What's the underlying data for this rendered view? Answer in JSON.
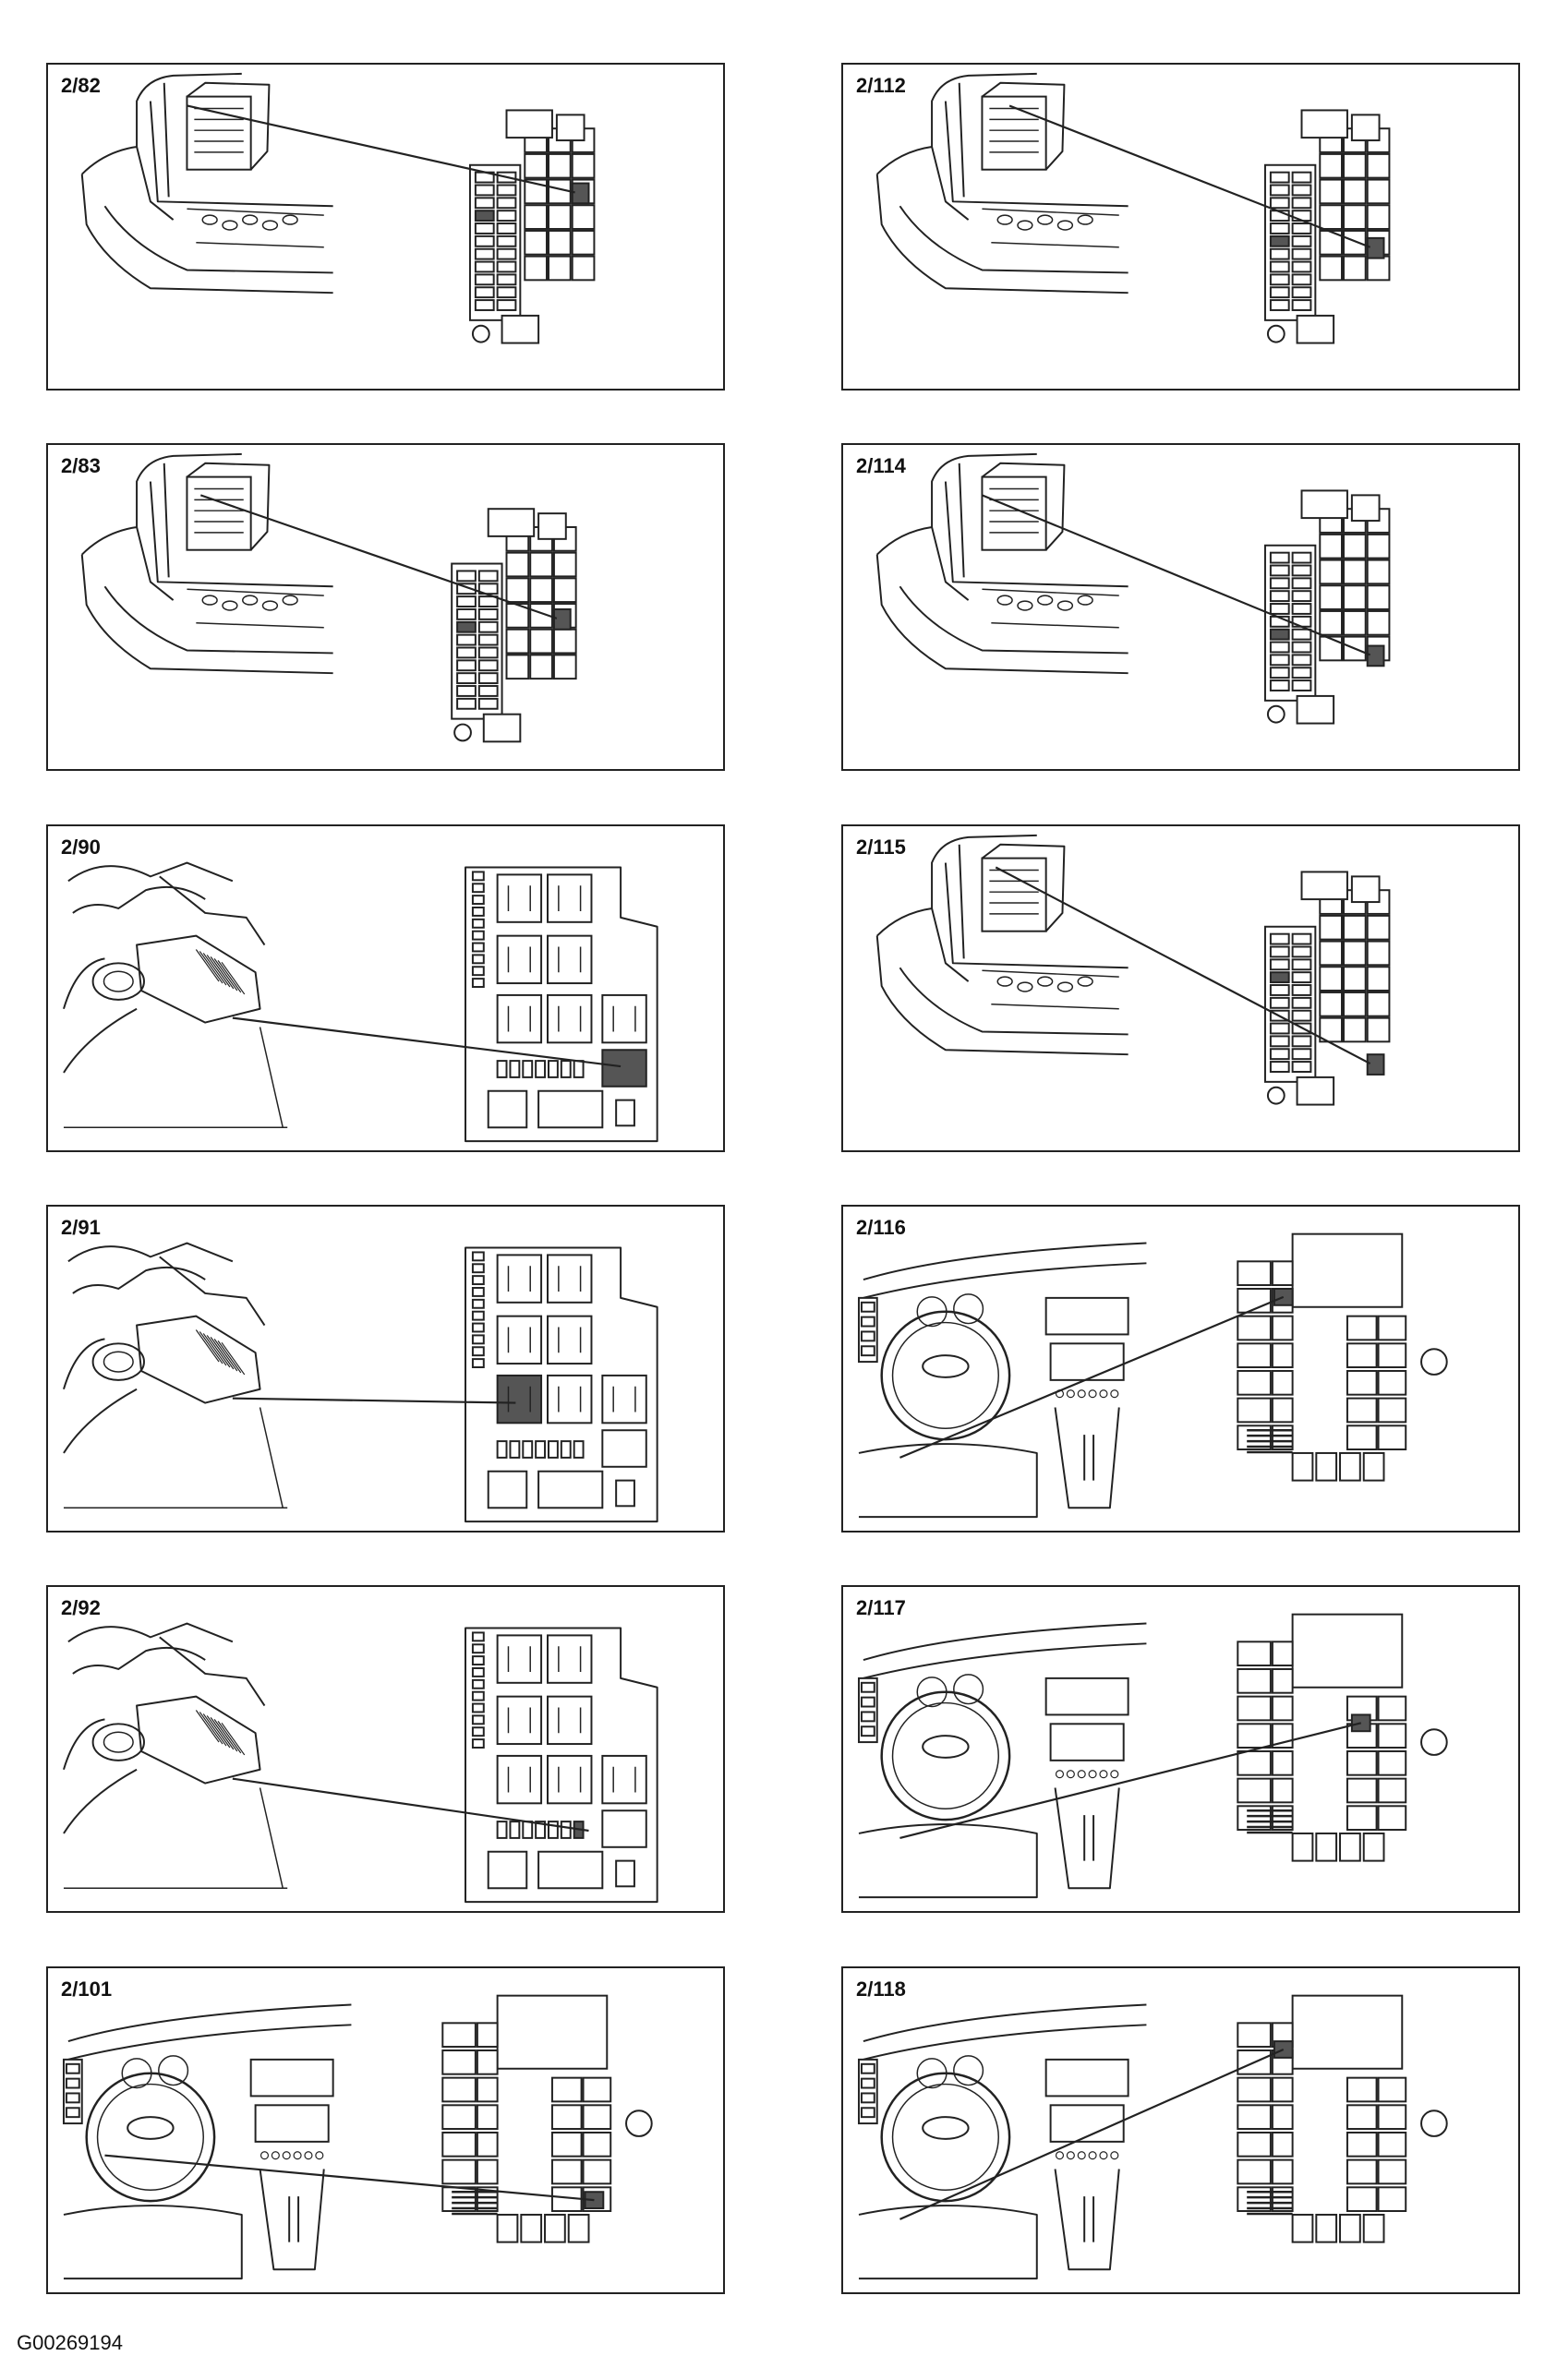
{
  "panels": [
    {
      "id": "2/82",
      "scene": "trunk"
    },
    {
      "id": "2/112",
      "scene": "trunk"
    },
    {
      "id": "2/83",
      "scene": "trunk"
    },
    {
      "id": "2/114",
      "scene": "trunk"
    },
    {
      "id": "2/90",
      "scene": "engine"
    },
    {
      "id": "2/115",
      "scene": "trunk"
    },
    {
      "id": "2/91",
      "scene": "engine"
    },
    {
      "id": "2/116",
      "scene": "dash"
    },
    {
      "id": "2/92",
      "scene": "engine"
    },
    {
      "id": "2/117",
      "scene": "dash"
    },
    {
      "id": "2/101",
      "scene": "dash"
    },
    {
      "id": "2/118",
      "scene": "dash"
    }
  ],
  "figure_id": "G00269194",
  "colors": {
    "line": "#222222",
    "highlight": "#555555",
    "background": "#ffffff"
  }
}
